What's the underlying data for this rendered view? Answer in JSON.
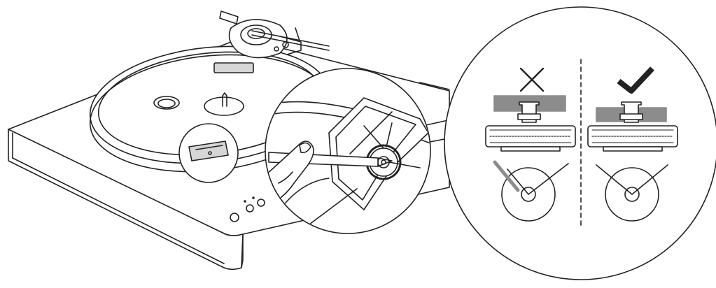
{
  "illustration": {
    "subject": "turntable",
    "steps": [
      {
        "id": "turntable-overview",
        "kind": "main-illustration"
      },
      {
        "id": "drive-gear-detail",
        "kind": "magnified-inset"
      },
      {
        "id": "alignment-comparison",
        "kind": "magnified-inset"
      }
    ],
    "comparison": {
      "left": {
        "verdict": "incorrect",
        "icon": "cross-icon"
      },
      "right": {
        "verdict": "correct",
        "icon": "checkmark-icon"
      }
    }
  },
  "colors": {
    "line": "#222222",
    "fill": "#ffffff",
    "shade": "#8c8c8c",
    "light_shade": "#d6d6d6"
  }
}
